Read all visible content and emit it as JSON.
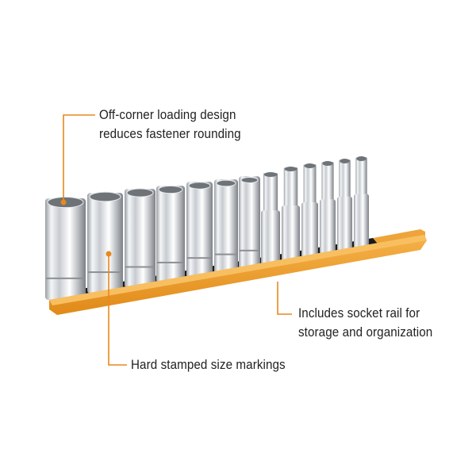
{
  "callouts": {
    "loading_design": {
      "line1": "Off-corner loading design",
      "line2": "reduces fastener rounding"
    },
    "socket_rail": {
      "line1": "Includes socket rail for",
      "line2": "storage and organization"
    },
    "size_markings": {
      "line1": "Hard stamped size markings"
    }
  },
  "colors": {
    "accent": "#e8891c",
    "rail": "#f0a030",
    "text": "#222222"
  },
  "socket_count": 13
}
